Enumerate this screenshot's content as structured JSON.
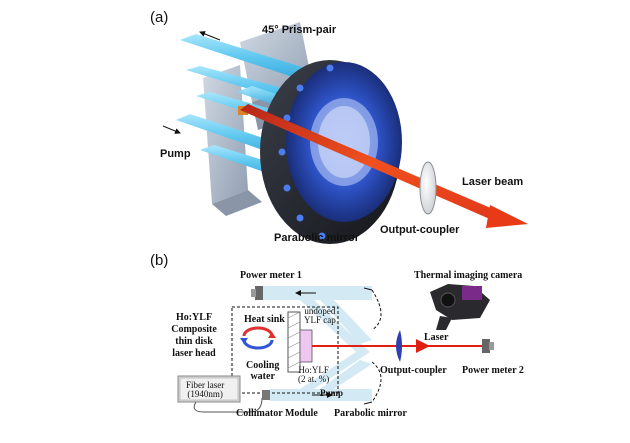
{
  "panel_a": {
    "label": "(a)",
    "prism_pair": "45° Prism-pair",
    "pump": "Pump",
    "laser_beam": "Laser beam",
    "parabolic_mirror": "Parabolic mirror",
    "output_coupler": "Output-coupler"
  },
  "panel_b": {
    "label": "(b)",
    "power_meter_1": "Power meter 1",
    "thermal_camera": "Thermal imaging camera",
    "heat_sink": "Heat sink",
    "undoped_cap_line1": "undoped",
    "undoped_cap_line2": "YLF cap",
    "head_line1": "Ho:YLF",
    "head_line2": "Composite",
    "head_line3": "thin disk",
    "head_line4": "laser head",
    "cooling_line1": "Cooling",
    "cooling_line2": "water",
    "crystal_line1": "Ho:YLF",
    "crystal_line2": "(2 at. %)",
    "laser": "Laser",
    "output_coupler": "Output-coupler",
    "power_meter_2": "Power meter 2",
    "fiber_laser_line1": "Fiber laser",
    "fiber_laser_line2": "(1940nm)",
    "pump": "Pump",
    "collimator": "Collimator Module",
    "parabolic_mirror": "Parabolic mirror"
  },
  "colors": {
    "pump_beam": "#6fcff0",
    "laser_beam": "#e8401c",
    "mirror_blue": "#2a4fbf",
    "prism_gray": "#8d9cb0"
  }
}
